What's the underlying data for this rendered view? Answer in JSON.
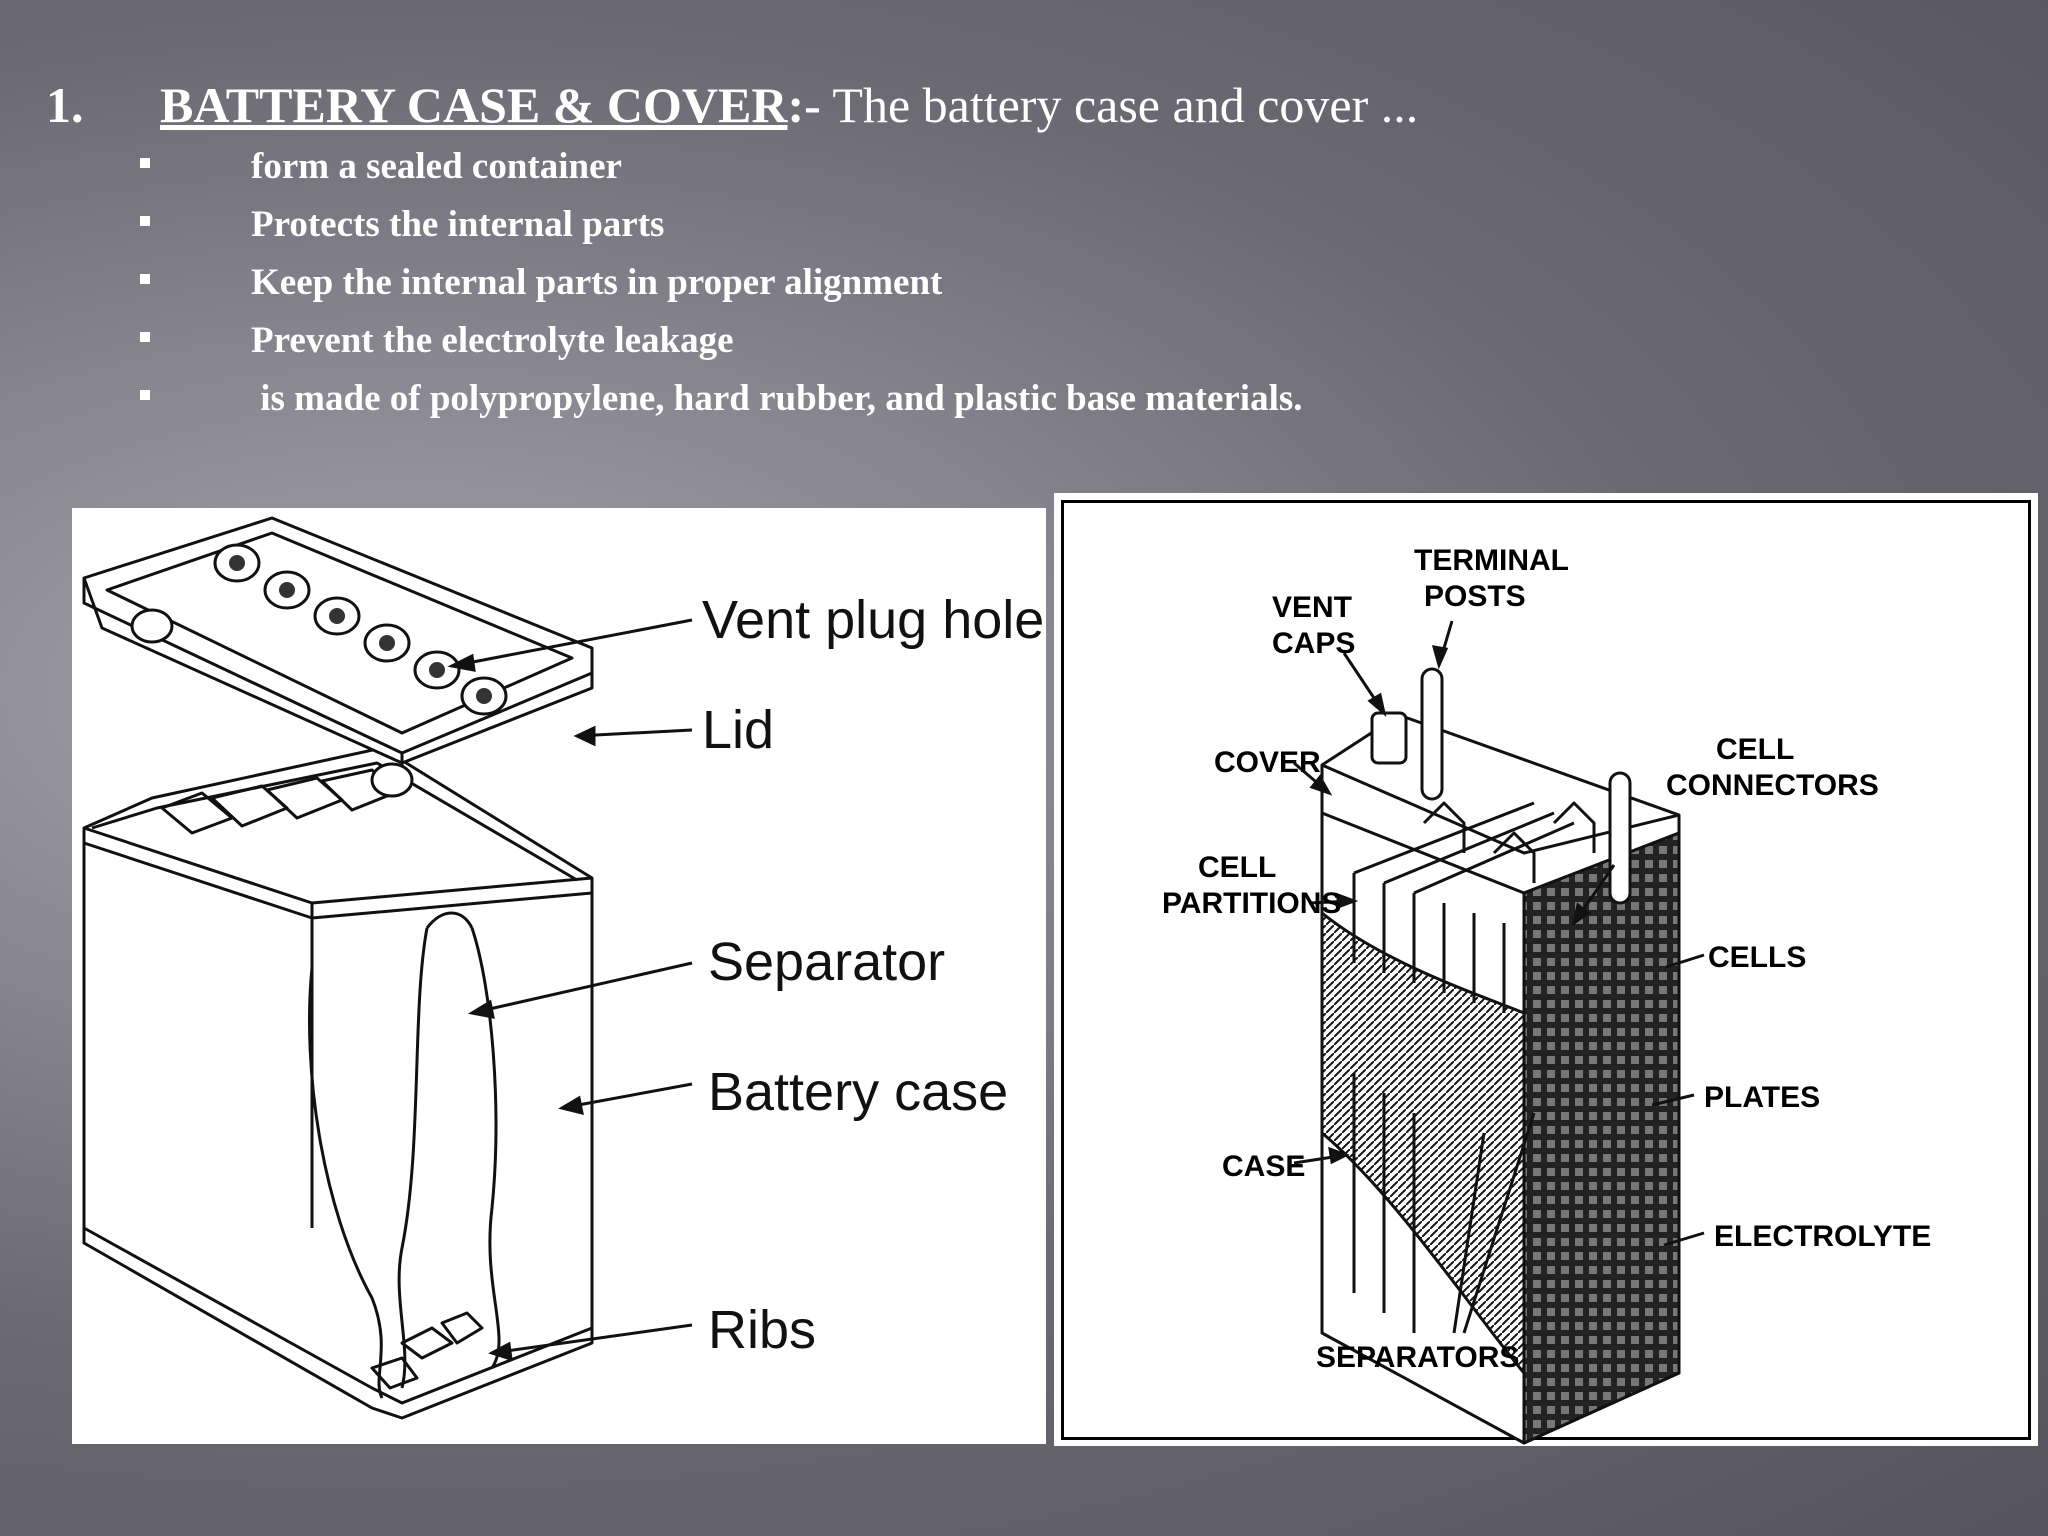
{
  "heading": {
    "number": "1.",
    "title": "BATTERY CASE & COVER",
    "separator": ":-",
    "text": " The battery case and cover ..."
  },
  "bullets": [
    "form a sealed container",
    "Protects the internal parts",
    "Keep the internal parts in proper alignment",
    "Prevent the electrolyte leakage",
    " is made of polypropylene, hard rubber, and plastic base materials."
  ],
  "left_diagram": {
    "labels": {
      "vent_plug_hole": "Vent plug hole",
      "lid": "Lid",
      "separator": "Separator",
      "battery_case": "Battery case",
      "ribs": "Ribs"
    }
  },
  "right_diagram": {
    "labels": {
      "terminal_1": "TERMINAL",
      "terminal_2": "POSTS",
      "vent_1": "VENT",
      "vent_2": "CAPS",
      "cover": "COVER",
      "cell_connectors_1": "CELL",
      "cell_connectors_2": "CONNECTORS",
      "cell_partitions_1": "CELL",
      "cell_partitions_2": "PARTITIONS",
      "cells": "CELLS",
      "plates": "PLATES",
      "case": "CASE",
      "electrolyte": "ELECTROLYTE",
      "separators": "SEPARATORS"
    }
  }
}
